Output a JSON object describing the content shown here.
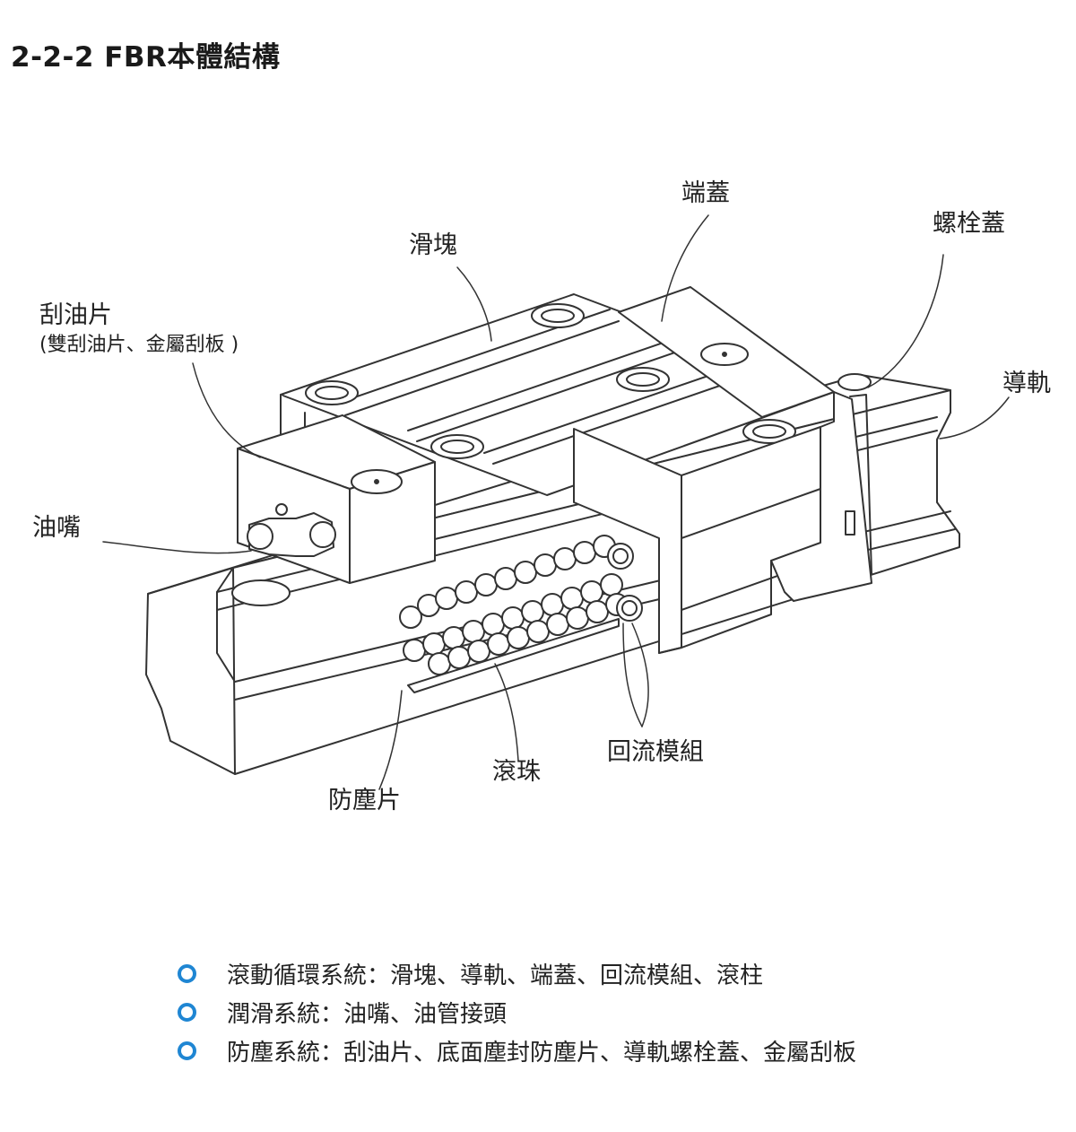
{
  "title": "2-2-2 FBR本體結構",
  "labels": {
    "slider": "滑塊",
    "end_cap": "端蓋",
    "bolt_cap": "螺栓蓋",
    "scraper": "刮油片",
    "scraper_note": "(雙刮油片、金屬刮板 )",
    "rail": "導軌",
    "grease_nipple": "油嘴",
    "dust_strip": "防塵片",
    "rollers": "滾珠",
    "recirculation_module": "回流模組"
  },
  "features": [
    "滾動循環系統：滑塊、導軌、端蓋、回流模組、滾柱",
    "潤滑系統：油嘴、油管接頭",
    "防塵系統：刮油片、底面塵封防塵片、導軌螺栓蓋、金屬刮板"
  ],
  "colors": {
    "bullet": "#1f86d3",
    "line": "#333333"
  },
  "icons": {
    "bullet": "ring-bullet-icon"
  }
}
